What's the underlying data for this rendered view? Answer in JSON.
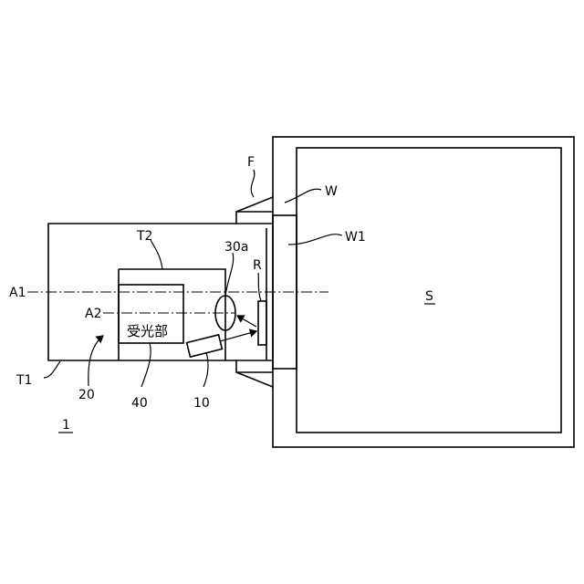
{
  "labels": {
    "F": "F",
    "W": "W",
    "W1": "W1",
    "T2": "T2",
    "a30": "30a",
    "R": "R",
    "A1": "A1",
    "A2": "A2",
    "S": "S",
    "receiver": "受光部",
    "T1": "T1",
    "n20": "20",
    "n40": "40",
    "n10": "10",
    "n1": "1"
  }
}
